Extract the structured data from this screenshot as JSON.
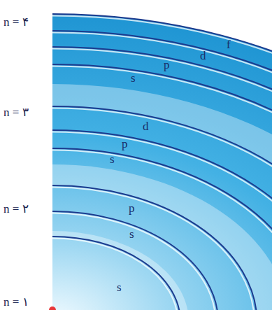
{
  "diagram": {
    "labels": [
      "n = ۴",
      "f",
      "d",
      "p",
      "s",
      "n = ۳",
      "d",
      "p",
      "s",
      "n = ۲",
      "p",
      "s",
      "s",
      "n = ۱"
    ]
  }
}
